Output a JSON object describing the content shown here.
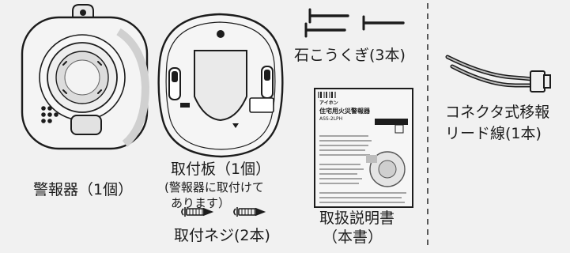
{
  "parts": {
    "alarm": {
      "label": "警報器（1個）"
    },
    "mounting_plate": {
      "label": "取付板（1個）",
      "note_line1": "(警報器に取付けて",
      "note_line2": "あります）"
    },
    "mounting_screws": {
      "label": "取付ネジ(2本)"
    },
    "plaster_nails": {
      "label": "石こうくぎ(3本)"
    },
    "manual": {
      "label_line1": "取扱説明書",
      "label_line2": "（本書）",
      "cover": {
        "brand": "アイホン",
        "title": "住宅用火災警報器",
        "model": "ASS-2LPH"
      }
    },
    "connector_lead": {
      "label_line1": "コネクタ式移報",
      "label_line2": "リード線(1本)"
    }
  },
  "colors": {
    "background": "#f1f1f1",
    "line": "#1c1c1c",
    "device_fill": "#f4f4f4",
    "shadow": "#d6d6d6",
    "divider": "#333333"
  }
}
